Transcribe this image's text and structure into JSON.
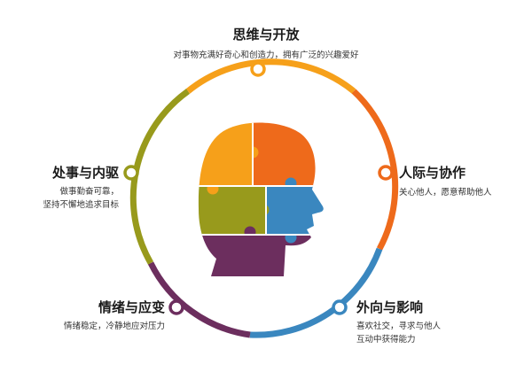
{
  "colors": {
    "orange": "#F6A01A",
    "red_orange": "#EE6A1B",
    "blue": "#3A87BF",
    "olive": "#989A1C",
    "purple": "#6C2E5E",
    "node_fill": "#ffffff"
  },
  "traits": [
    {
      "key": "openness",
      "title": "思维与开放",
      "desc": [
        "对事物充满好奇心和创造力，拥有广泛的兴趣爱好"
      ]
    },
    {
      "key": "agreeableness",
      "title": "人际与协作",
      "desc": [
        "关心他人，愿意帮助他人"
      ]
    },
    {
      "key": "extraversion",
      "title": "外向与影响",
      "desc": [
        "喜欢社交，寻求与他人",
        "互动中获得能力"
      ]
    },
    {
      "key": "neuroticism",
      "title": "情绪与应变",
      "desc": [
        "情绪稳定，冷静地应对压力"
      ]
    },
    {
      "key": "conscientiousness",
      "title": "处事与内驱",
      "desc": [
        "做事勤奋可靠，",
        "坚持不懈地追求目标"
      ]
    }
  ]
}
